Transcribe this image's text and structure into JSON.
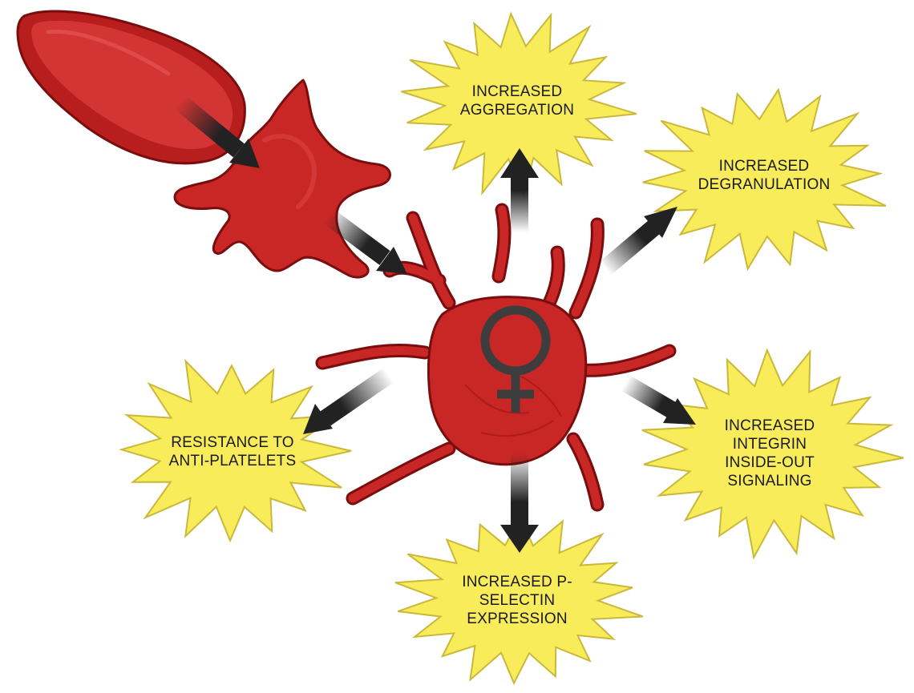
{
  "colors": {
    "cell_fill": "#d13030",
    "cell_dark": "#9c1414",
    "cell_outline": "#7a0d0d",
    "burst_fill": "#f8ec5a",
    "burst_stroke": "#c9b83a",
    "arrow": "#222222",
    "symbol": "#3d3d3d"
  },
  "icons": {
    "red_cell": "red-blood-cell-icon",
    "platelet": "activated-platelet-icon",
    "female_symbol": "female-symbol-icon"
  },
  "effects": [
    {
      "id": "aggregation",
      "lines": [
        "INCREASED",
        "AGGREGATION"
      ]
    },
    {
      "id": "degranulation",
      "lines": [
        "INCREASED",
        "DEGRANULATION"
      ]
    },
    {
      "id": "integrin",
      "lines": [
        "INCREASED",
        "INTEGRIN",
        "INSIDE-OUT",
        "SIGNALING"
      ]
    },
    {
      "id": "pselectin",
      "lines": [
        "INCREASED P-",
        "SELECTIN",
        "EXPRESSION"
      ]
    },
    {
      "id": "resistance",
      "lines": [
        "RESISTANCE TO",
        "ANTI-PLATELETS"
      ]
    }
  ]
}
